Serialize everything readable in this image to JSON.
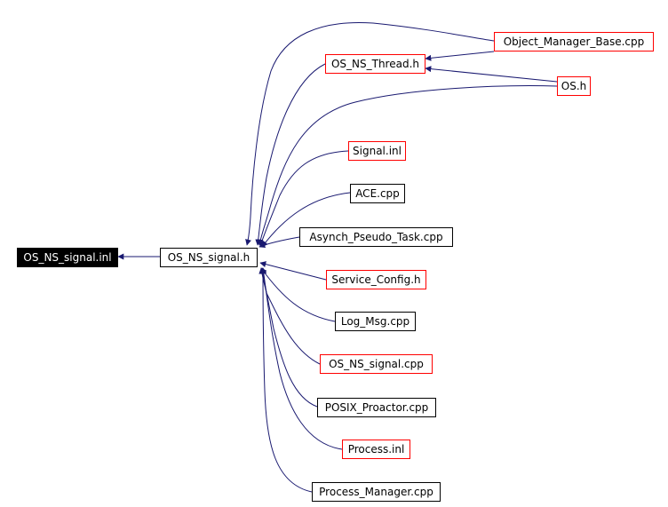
{
  "graph": {
    "edge_color": "#191970",
    "nodes": {
      "root": {
        "label": "OS_NS_signal.inl",
        "style": "root"
      },
      "signal_h": {
        "label": "OS_NS_signal.h",
        "style": "black"
      },
      "object_manager_base": {
        "label": "Object_Manager_Base.cpp",
        "style": "red"
      },
      "thread_h": {
        "label": "OS_NS_Thread.h",
        "style": "red"
      },
      "os_h": {
        "label": "OS.h",
        "style": "red"
      },
      "signal_inl": {
        "label": "Signal.inl",
        "style": "red"
      },
      "ace_cpp": {
        "label": "ACE.cpp",
        "style": "black"
      },
      "asynch_pseudo_task": {
        "label": "Asynch_Pseudo_Task.cpp",
        "style": "black"
      },
      "service_config": {
        "label": "Service_Config.h",
        "style": "red"
      },
      "log_msg": {
        "label": "Log_Msg.cpp",
        "style": "black"
      },
      "signal_cpp": {
        "label": "OS_NS_signal.cpp",
        "style": "red"
      },
      "posix_proactor": {
        "label": "POSIX_Proactor.cpp",
        "style": "black"
      },
      "process_inl": {
        "label": "Process.inl",
        "style": "red"
      },
      "process_manager": {
        "label": "Process_Manager.cpp",
        "style": "black"
      }
    }
  }
}
